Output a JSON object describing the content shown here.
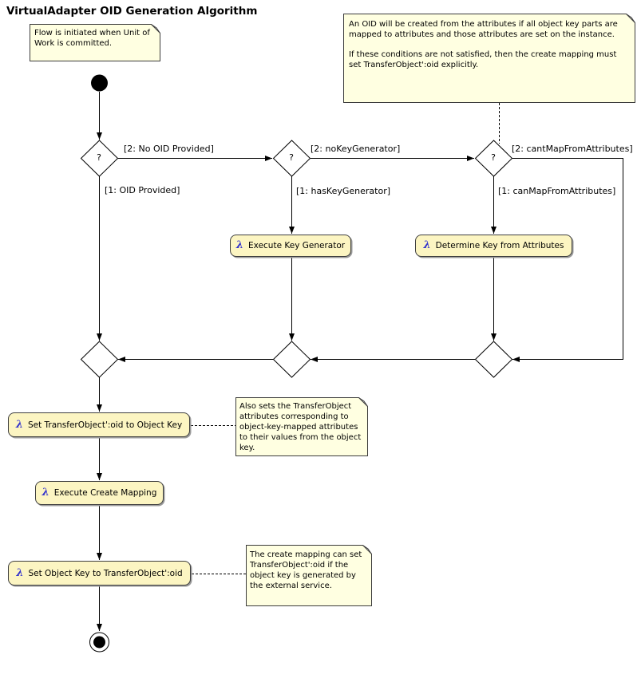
{
  "title": "VirtualAdapter OID Generation Algorithm",
  "colors": {
    "note_bg": "#FFFFE1",
    "action_bg": "#FCF5C2",
    "lambda_blue": "#3333CC",
    "line": "#000000"
  },
  "notes": {
    "flow_initiated": {
      "text": "Flow is initiated when Unit of Work is committed."
    },
    "oid_from_attributes": {
      "para1": "An OID will be created from the attributes if all object key parts are mapped to attributes and those attributes are set on the instance.",
      "para2": "If these conditions are not satisfied, then the create mapping must set TransferObject':oid explicitly."
    },
    "also_sets": {
      "text": "Also sets the TransferObject attributes corresponding to object-key-mapped attributes to their values from the object key."
    },
    "create_mapping_can_set": {
      "text": "The create mapping can set TransferObject':oid if the object key is generated by the external service."
    }
  },
  "actions": {
    "execute_key_generator": {
      "icon": "λ",
      "label": "Execute Key Generator"
    },
    "determine_key_from_attributes": {
      "icon": "λ",
      "label": "Determine Key from Attributes"
    },
    "set_transferobject_oid_to_object_key": {
      "icon": "λ",
      "label": "Set TransferObject':oid to Object Key"
    },
    "execute_create_mapping": {
      "icon": "λ",
      "label": "Execute Create Mapping"
    },
    "set_object_key_to_transferobject_oid": {
      "icon": "λ",
      "label": "Set Object Key to TransferObject':oid"
    }
  },
  "decisions": {
    "oid_provided": {
      "symbol": "?"
    },
    "key_generator": {
      "symbol": "?"
    },
    "map_from_attributes": {
      "symbol": "?"
    }
  },
  "edge_labels": {
    "no_oid_provided": "[2: No OID Provided]",
    "oid_provided": "[1: OID Provided]",
    "no_key_generator": "[2: noKeyGenerator]",
    "has_key_generator": "[1: hasKeyGenerator]",
    "cant_map_from_attributes": "[2: cantMapFromAttributes]",
    "can_map_from_attributes": "[1: canMapFromAttributes]"
  }
}
